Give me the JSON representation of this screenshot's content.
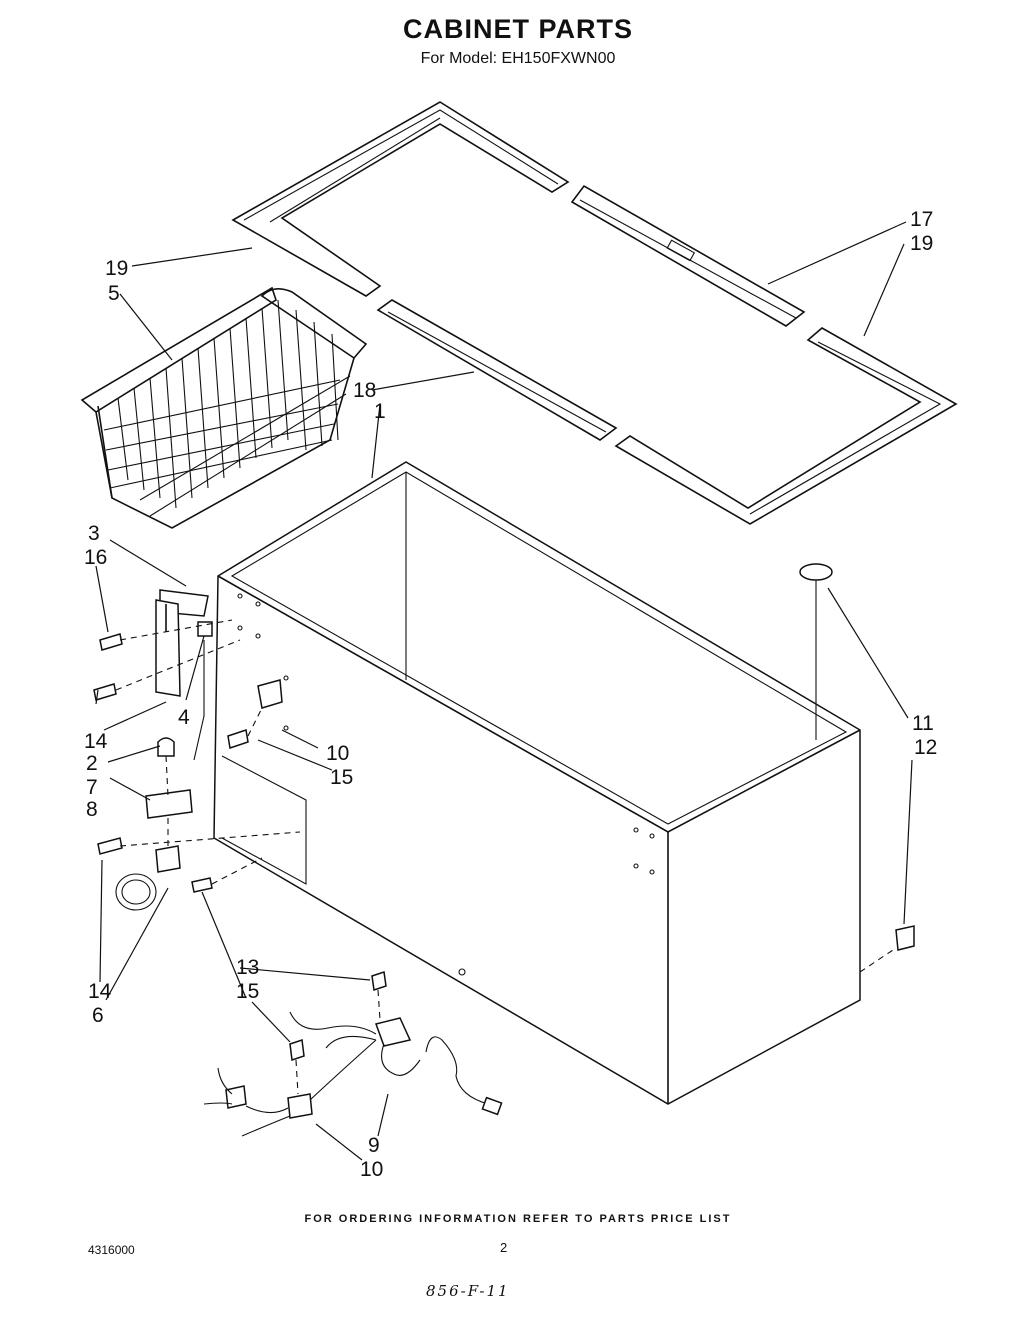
{
  "header": {
    "title": "CABINET PARTS",
    "subtitle": "For Model: EH150FXWN00"
  },
  "labels": {
    "l1": "1",
    "l2": "2",
    "l3": "3",
    "l4": "4",
    "l5": "5",
    "l6": "6",
    "l7": "7",
    "l8": "8",
    "l9": "9",
    "l10a": "10",
    "l10b": "10",
    "l11": "11",
    "l12": "12",
    "l13": "13",
    "l14a": "14",
    "l14b": "14",
    "l15a": "15",
    "l15b": "15",
    "l16": "16",
    "l17": "17",
    "l18": "18",
    "l19a": "19",
    "l19b": "19"
  },
  "footer": {
    "notice": "FOR ORDERING INFORMATION REFER TO PARTS PRICE LIST",
    "doc_number": "4316000",
    "page_number": "2",
    "handwritten_note": "856-F-11"
  }
}
